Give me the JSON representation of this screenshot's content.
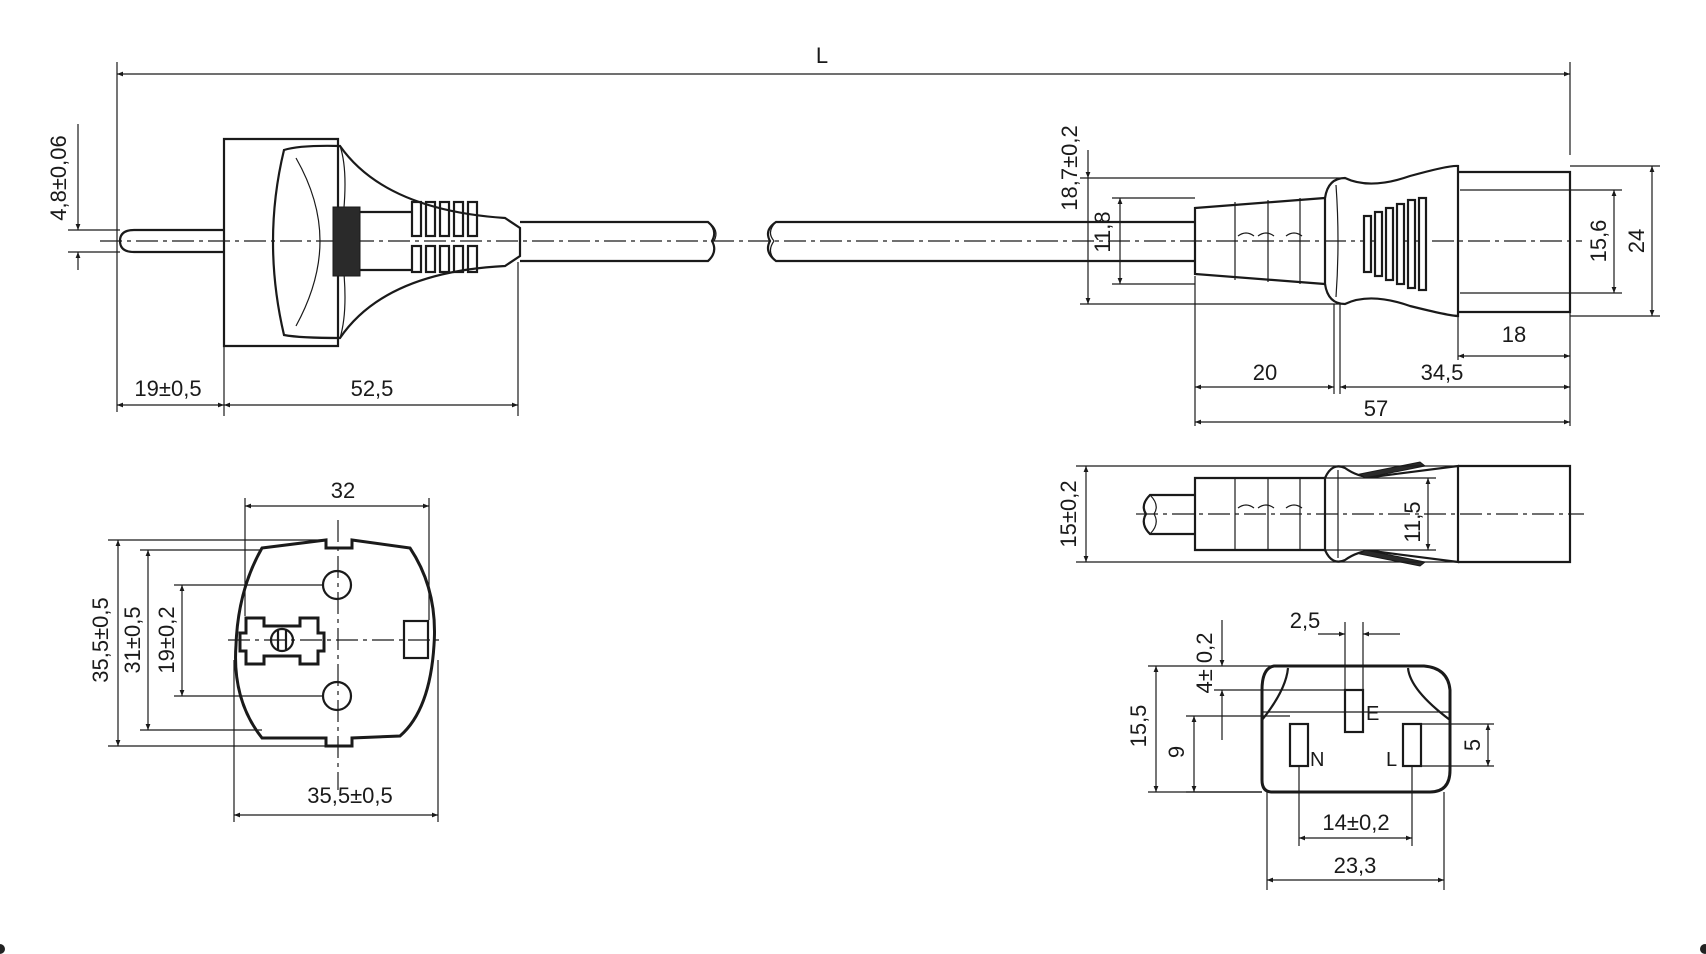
{
  "dimensions": {
    "overall_length": "L",
    "pin_diameter": "4,8±0,06",
    "pin_length": "19±0,5",
    "plug_body_length": "52,5",
    "plug_face_width": "32",
    "plug_face_outer_height": "35,5±0,5",
    "plug_face_contact_height": "31±0,5",
    "plug_face_pin_spacing": "19±0,2",
    "plug_face_outer_width": "35,5±0,5",
    "connector_grip_height": "18,7±0,2",
    "connector_sleeve_height": "11,8",
    "connector_body_inner_height": "15,6",
    "connector_body_height": "24",
    "connector_head_length": "18",
    "connector_sleeve_length": "20",
    "connector_grip_length": "34,5",
    "connector_total_length": "57",
    "connector_side_height": "15±0,2",
    "connector_side_sleeve_height": "11,5",
    "socket_pin_width": "2,5",
    "socket_earth_offset": "4± 0,2",
    "socket_height": "15,5",
    "socket_pin_height": "9",
    "socket_line_pin_height": "5",
    "socket_pin_spacing": "14±0,2",
    "socket_width": "23,3"
  },
  "contact_labels": {
    "earth": "E",
    "neutral": "N",
    "line": "L"
  }
}
